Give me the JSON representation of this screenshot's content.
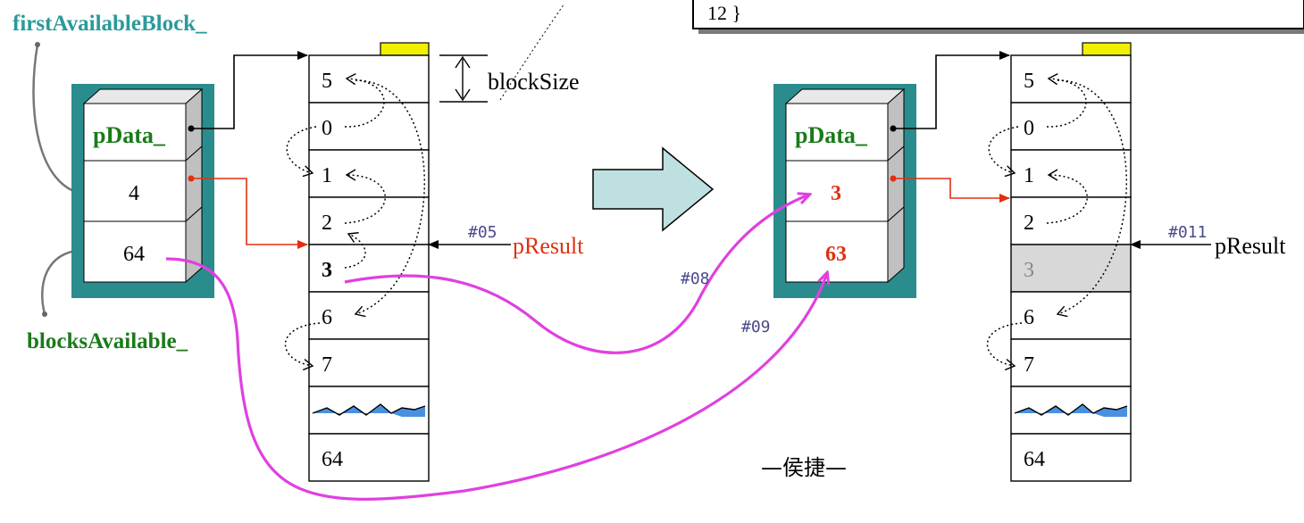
{
  "code_box": {
    "line_text": "12 }"
  },
  "labels": {
    "first_available_block": "firstAvailableBlock_",
    "blocks_available": "blocksAvailable_",
    "block_size": "blockSize",
    "p_data": "pData_",
    "p_result": "pResult",
    "step_05": "#05",
    "step_08": "#08",
    "step_09": "#09",
    "step_011": "#011",
    "author": "—侯捷—"
  },
  "left_chunk": {
    "first_available_value": "4",
    "blocks_available_value": "64",
    "blocks": [
      "5",
      "0",
      "1",
      "2",
      "3",
      "6",
      "7",
      "",
      "64"
    ]
  },
  "right_chunk": {
    "first_available_value": "3",
    "blocks_available_value": "63",
    "blocks": [
      "5",
      "0",
      "1",
      "2",
      "3",
      "6",
      "7",
      "",
      "64"
    ]
  },
  "colors": {
    "teal_box": "#2a8c8c",
    "teal_label": "#2a9a9a",
    "green_label": "#1a7a1a",
    "red_value": "#e03010",
    "red_pointer": "#e03010",
    "magenta_arrow": "#e040e0",
    "yellow_tab": "#f0f000",
    "grey_block": "#d8d8d8",
    "big_arrow_fill": "#bfe0e0",
    "step_label": "#4a4a8a"
  }
}
